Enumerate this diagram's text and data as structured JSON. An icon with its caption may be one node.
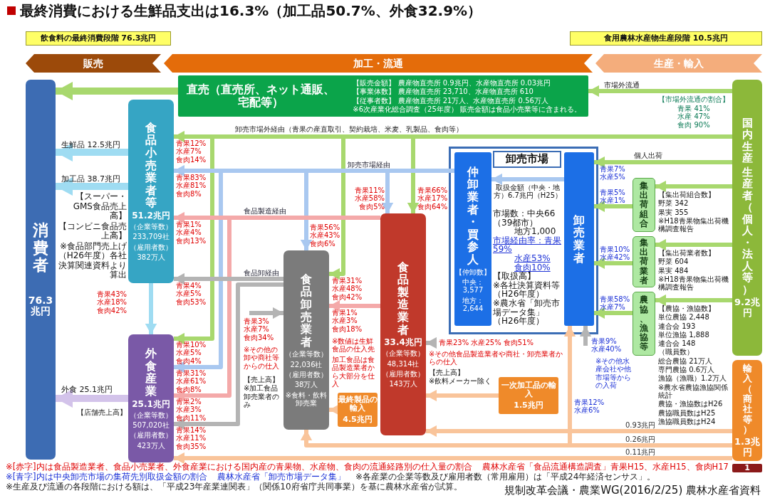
{
  "diagram": {
    "title": "最終消費における生鮮品支出は16.3%（加工品50.7%、外食32.9%）",
    "caption": "規制改革会議・農業WG(2016/2/25) 農林水産省資料",
    "nodes": [
      {
        "text": [
          "飲食料の最終消費段階 76.3兆円"
        ]
      },
      {
        "text": [
          "食用農林水産物生産段階 10.5兆円"
        ]
      },
      {
        "text": [
          "販売"
        ]
      },
      {
        "text": [
          "加工・流通"
        ]
      },
      {
        "text": [
          "生産・輸入"
        ]
      },
      {
        "text": [
          "消費者",
          "76.3兆円"
        ]
      },
      {
        "text": [
          "直売（直売所、ネット通販、宅配等）",
          "【販売金額】 農産物直売所 0.9兆円、水産物直売所 0.03兆円",
          "【事業体数】 農産物直売所 23,710、水産物直売所 610",
          "【従事者数】 農産物直売所 21万人、水産物直売所 0.56万人",
          "※6次産業化総合調査（25年度） 販売金額は食品小売業等に含まれる。"
        ]
      },
      {
        "text": [
          "食品小売業者等",
          "51.2兆円",
          "（企業等数）",
          "233,709社",
          "（雇用者数）",
          "382万人"
        ],
        "beside": [
          "【スーパー・GMS食品売上高】",
          "【コンビニ食品売上高】",
          "※食品部門売上げ（H26年度）各社決算関連資料より算出"
        ]
      },
      {
        "text": [
          "外食産業",
          "25.1兆円",
          "（企業等数）",
          "507,020社",
          "（雇用者数）",
          "423万人"
        ],
        "beside": [
          "【店舗売上高】"
        ]
      },
      {
        "text": [
          "食品卸売業者",
          "（企業等数）",
          "22,036社",
          "（雇用者数）",
          "38万人",
          "※食料・飲料卸売業"
        ],
        "beside": [
          "【売上高】",
          "※加工食品卸売業者のみ"
        ]
      },
      {
        "text": [
          "食品製造業者",
          "33.4兆円",
          "（企業等数）",
          "48,314社",
          "（雇用者数）",
          "143万人"
        ],
        "beside": [
          "【売上高】",
          "※飲料メーカー除く"
        ]
      },
      {
        "text": [
          "卸売市場",
          "市場数：中央66（39都市）",
          "地方1,000",
          "市場経由率：青果59%",
          "水産53%",
          "食肉10%",
          "【取扱高】",
          "※各社決算資料等（H26年度）",
          "※農水省「卸売市場データ集」（H26年度）"
        ]
      },
      {
        "text": [
          "仲卸業者・買参人",
          "【仲卸数】",
          "中央：3,577",
          "地方：2,644"
        ],
        "in": 11
      },
      {
        "text": [
          "卸売業者"
        ],
        "in": 11
      },
      {
        "text": [
          "集出荷組合"
        ],
        "beside": [
          "【集出荷組合数】",
          "野菜 342",
          "果実 355",
          "※H18青果物集出荷機構調査報告"
        ]
      },
      {
        "text": [
          "集出荷業者"
        ],
        "beside": [
          "【集出荷業者数】",
          "野菜 604",
          "果実 484",
          "※H18青果物集出荷機構調査報告"
        ]
      },
      {
        "text": [
          "農協、漁協等"
        ],
        "beside": [
          "【農協・漁協数】",
          "単位農協 2,448",
          "連合会 193",
          "単位漁協 1,888",
          "連合会 148",
          "（職員数）",
          "総合農協 21万人",
          "専門農協 0.6万人",
          "漁協（漁職）1.2万人",
          "※農水省農協漁協関係統計",
          "農協・漁協数はH26",
          "農協職員数はH25",
          "漁協職員数はH24"
        ]
      },
      {
        "text": [
          "国内生産",
          "生産者（個人・法人等）",
          "9.2兆円"
        ]
      },
      {
        "text": [
          "輸入（商社等）",
          "1.3兆円"
        ]
      },
      {
        "text": [
          "最終製品の輸入",
          "4.5兆円"
        ]
      },
      {
        "text": [
          "一次加工品の輸入",
          "1.5兆円"
        ]
      }
    ],
    "edges": [
      {
        "from": 6,
        "to": 5,
        "arrow": "to"
      },
      {
        "from": 7,
        "to": 5,
        "arrow": "to",
        "label": "生鮮品 12.5兆円",
        "color": "#9fdcf2"
      },
      {
        "from": 7,
        "to": 5,
        "arrow": "to",
        "label": "加工品 38.7兆円",
        "color": "#9fdcf2"
      },
      {
        "from": 8,
        "to": 5,
        "arrow": "to",
        "label": "外食 25.1兆円",
        "color": "#d3c3ea"
      },
      {
        "from": 7,
        "to": 8,
        "arrow": "to",
        "label": "青果43% 水産18% 食肉42%",
        "color": "#9fdcf2"
      },
      {
        "from": 17,
        "to": 6,
        "arrow": "to",
        "label": "市場外流通"
      },
      {
        "from": 17,
        "to": 7,
        "arrow": "to",
        "label": "青果12% 水産7% 食肉14%"
      },
      {
        "from": 17,
        "to": 8,
        "arrow": "to",
        "label": "青果10% 水産5% 食肉4%"
      },
      {
        "from": 17,
        "to": 9,
        "arrow": "to",
        "label": "青果31% 水産48% 食肉42%"
      },
      {
        "from": 17,
        "to": 10,
        "arrow": "to",
        "label": "青果66% 水産17% 食肉64%"
      },
      {
        "from": 12,
        "to": 7,
        "arrow": "to",
        "label": "青果83% 水産81% 食肉8%",
        "color": "#a9c8f0"
      },
      {
        "from": 12,
        "to": 8,
        "arrow": "to",
        "label": "青果31% 水産61% 食肉8%",
        "color": "#a9c8f0"
      },
      {
        "from": 12,
        "to": 9,
        "arrow": "to",
        "label": "青果56% 水産43% 食肉6%",
        "color": "#a9c8f0"
      },
      {
        "from": 12,
        "to": 10,
        "arrow": "to",
        "label": "青果11% 水産58% 食肉5%",
        "color": "#a9c8f0"
      },
      {
        "from": 10,
        "to": 7,
        "arrow": "to",
        "label": "青果1% 水産4% 食肉13%",
        "color": "#f4a9a9"
      },
      {
        "from": 10,
        "to": 8,
        "arrow": "to",
        "label": "青果2% 水産3% 食肉11%",
        "color": "#f4a9a9"
      },
      {
        "from": 10,
        "to": 9,
        "arrow": "to",
        "label": "青果1% 水産3% 食肉18%",
        "color": "#f4a9a9"
      },
      {
        "from": 9,
        "to": 7,
        "arrow": "to",
        "label": "青果4% 水産5% 食肉53%",
        "color": "#b4b4b4"
      },
      {
        "from": 9,
        "to": 8,
        "arrow": "to",
        "label": "青果14% 水産11% 食肉35%",
        "color": "#b4b4b4"
      },
      {
        "from": null,
        "to": 9,
        "arrow": "to",
        "label": "青果3% 水産7% 食肉34%",
        "color": "#b4b4b4"
      },
      {
        "from": null,
        "to": 10,
        "arrow": "to",
        "label": "青果23% 水産25% 食肉51%",
        "color": "#b4b4b4"
      },
      {
        "from": 13,
        "to": 12,
        "arrow": "to",
        "label": "取扱金額（中央・地方）6.7兆円（H25）",
        "color": "#a9c8f0"
      },
      {
        "from": 17,
        "to": 13,
        "arrow": "to",
        "label": "個人出荷"
      },
      {
        "from": 14,
        "to": 13,
        "arrow": "to",
        "label": "青果5% 水産1%"
      },
      {
        "from": 15,
        "to": 13,
        "arrow": "to",
        "label": "青果10% 水産42%"
      },
      {
        "from": 16,
        "to": 13,
        "arrow": "to",
        "label": "青果58% 水産7%"
      },
      {
        "from": null,
        "to": 13,
        "arrow": "to",
        "label": "青果9% 水産40%",
        "color": "#b4b4b4"
      },
      {
        "from": 18,
        "to": 13,
        "arrow": "to",
        "label": "青果12% 水産6%",
        "color": "#f9c49a"
      },
      {
        "from": 17,
        "to": 14,
        "arrow": "to"
      },
      {
        "from": 17,
        "to": 15,
        "arrow": "to"
      },
      {
        "from": 17,
        "to": 16,
        "arrow": "to"
      },
      {
        "from": 19,
        "to": 9,
        "arrow": "to",
        "color": "#f9c49a"
      },
      {
        "from": 20,
        "to": 10,
        "arrow": "to",
        "color": "#f9c49a"
      },
      {
        "from": 18,
        "to": 10,
        "arrow": "to",
        "label": "0.93兆円",
        "color": "#f9c49a"
      },
      {
        "from": 18,
        "to": 9,
        "arrow": "to",
        "label": "0.26兆円",
        "color": "#f9c49a"
      },
      {
        "from": 18,
        "to": 8,
        "arrow": "to",
        "label": "0.11兆円",
        "color": "#f9c49a"
      }
    ],
    "labels": [
      "卸売市場外経由（青果の産直取引、契約栽培、米麦、乳製品、食肉等）",
      "卸売市場経由",
      "食品製造経由",
      "食品卸経由",
      "【市場外流通の割合】",
      "青果 41% 水産 47% 食肉 90%",
      "青果7% 水産5%",
      "※その他の卸や商社等からの仕入",
      "※数値は生鮮食品の仕入先",
      "加工食品は食品製造業者から大部分を仕入",
      "※その他食品製造業者や商社・卸売業者からの仕入",
      "※その他水産会社や他市場等からの入荷",
      "※[赤字]内は食品製造業者、食品小売業者、外食産業における国内産の青果物、水産物、食肉の流通経路別の仕入量の割合",
      "農林水産省「食品流通構造調査」青果H15、水産H15、食肉H17",
      "※[青字]内は中央卸売市場の集荷先別取扱金額の割合",
      "農林水産省「卸売市場データ集」",
      "※生産及び流通の各段階における額は、「平成23年産業連関表」（関係10府省庁共同事業）を基に農林水産省が試算。",
      "※各産業の企業等数及び雇用者数（常用雇用）は「平成24年経済センサス」。",
      "1"
    ]
  }
}
